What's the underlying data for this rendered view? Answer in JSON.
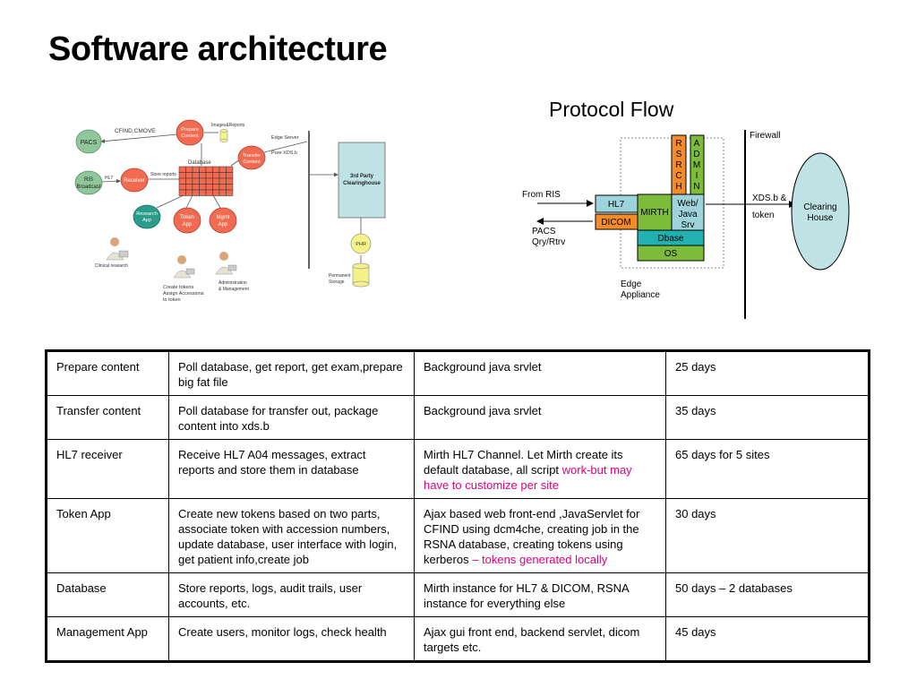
{
  "title": "Software architecture",
  "left_diagram": {
    "pacs": "PACS",
    "cfind": "CFIND,CMOVE",
    "prepare": [
      "Prepare",
      "Content"
    ],
    "images_reports": "Images&Reports",
    "database": "Database",
    "edge_server": "Edge Server",
    "pure_xds": "Pure XDS.b",
    "transfer": [
      "Transfer",
      "Content"
    ],
    "store_reports": "Store reports",
    "ris": [
      "RIS",
      "Broadcast"
    ],
    "hl7": "HL7",
    "receiver": "Receiver",
    "research": [
      "Research",
      "App"
    ],
    "token": [
      "Token",
      "App"
    ],
    "mgmt": [
      "Mgmt",
      "App"
    ],
    "clinical_research": "Clinical research",
    "create_tokens": [
      "Create tokens",
      "Assign Accessions",
      "to token"
    ],
    "admin": [
      "Administration",
      "& Management"
    ],
    "clearinghouse_3rd": [
      "3rd Party",
      "Clearinghouse"
    ],
    "phr": "PHR",
    "permanent": [
      "Permanent",
      "Storage"
    ]
  },
  "protocol": {
    "title": "Protocol Flow",
    "firewall": "Firewall",
    "rsrch": [
      "R",
      "S",
      "R",
      "C",
      "H"
    ],
    "admin": [
      "A",
      "D",
      "M",
      "I",
      "N"
    ],
    "from_ris": "From RIS",
    "hl7": "HL7",
    "mirth": "MIRTH",
    "dicom": "DICOM",
    "web": [
      "Web/",
      "Java",
      "Srv"
    ],
    "dbase": "Dbase",
    "os": "OS",
    "pacs": [
      "PACS",
      "Qry/Rtrv"
    ],
    "edge": [
      "Edge",
      "Appliance"
    ],
    "xds": [
      "XDS.b &",
      "token"
    ],
    "clearing": [
      "Clearing",
      "House"
    ]
  },
  "table": {
    "rows": [
      {
        "name": "Prepare content",
        "desc": "Poll database, get report, get exam,prepare big fat file",
        "impl": "Background java srvlet",
        "impl_hl": "",
        "time": "25 days"
      },
      {
        "name": "Transfer content",
        "desc": "Poll database for transfer out, package content into xds.b",
        "impl": "Background java srvlet",
        "impl_hl": "",
        "time": "35 days"
      },
      {
        "name": "HL7 receiver",
        "desc": "Receive HL7 A04 messages, extract reports and store them in database",
        "impl": "Mirth HL7 Channel. Let Mirth create its default database, all script ",
        "impl_hl": "work-but may have to customize per site",
        "time": "65 days for 5 sites"
      },
      {
        "name": "Token App",
        "desc": "Create new tokens based on two parts, associate token with accession numbers, update database, user interface with login, get patient info,create job",
        "impl": "Ajax based web front-end ,JavaServlet for CFIND using dcm4che, creating job in the RSNA database, creating tokens using kerberos ",
        "impl_hl": "– tokens generated locally",
        "time": "30 days"
      },
      {
        "name": "Database",
        "desc": "Store reports, logs, audit trails, user accounts, etc.",
        "impl": "Mirth instance for HL7 & DICOM, RSNA instance for everything else",
        "impl_hl": "",
        "time": "50 days – 2 databases"
      },
      {
        "name": "Management App",
        "desc": "Create users, monitor logs, check health",
        "impl": "Ajax gui front end, backend servlet, dicom targets etc.",
        "impl_hl": "",
        "time": "45 days"
      }
    ]
  },
  "colors": {
    "green_node": "#8fc79a",
    "red_node": "#f26a4f",
    "teal_node": "#2a9c8a",
    "db_grid": "#f26a4f",
    "clearinghouse": "#bfe3e5",
    "phr": "#f6f28a",
    "orange_box": "#f28c28",
    "green_box": "#7dbb3a",
    "cyan_box": "#9ed3dc",
    "teal_box": "#23b0b0",
    "highlight": "#e0007a"
  }
}
